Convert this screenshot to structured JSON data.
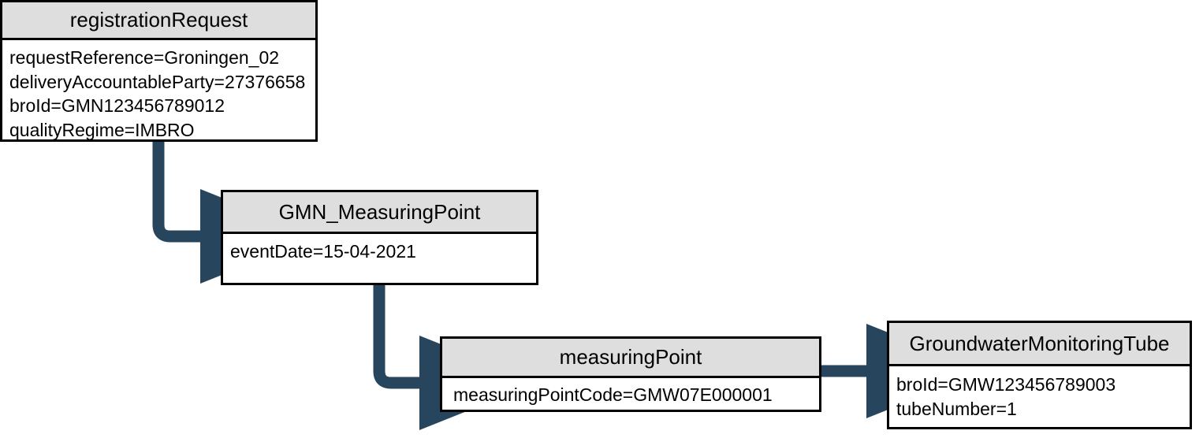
{
  "diagram": {
    "type": "object-instance-diagram",
    "background_color": "#ffffff",
    "box_header_color": "#dedede",
    "box_border_color": "#000000",
    "connector_color": "#27465e",
    "boxes": [
      {
        "id": "registrationRequest",
        "title": "registrationRequest",
        "attributes": [
          "requestReference=Groningen_02",
          "deliveryAccountableParty=27376658",
          "broId=GMN123456789012",
          "qualityRegime=IMBRO"
        ]
      },
      {
        "id": "gmnMeasuringPoint",
        "title": "GMN_MeasuringPoint",
        "attributes": [
          "eventDate=15-04-2021"
        ]
      },
      {
        "id": "measuringPoint",
        "title": "measuringPoint",
        "attributes": [
          "measuringPointCode=GMW07E000001"
        ]
      },
      {
        "id": "groundwaterMonitoringTube",
        "title": "GroundwaterMonitoringTube",
        "attributes": [
          "broId=GMW123456789003",
          "tubeNumber=1"
        ]
      }
    ],
    "connectors": [
      {
        "id": "conn-registrationRequest-to-gmnMeasuringPoint",
        "from": "registrationRequest",
        "to": "gmnMeasuringPoint",
        "shape": "elbow-down-right"
      },
      {
        "id": "conn-gmnMeasuringPoint-to-measuringPoint",
        "from": "gmnMeasuringPoint",
        "to": "measuringPoint",
        "shape": "elbow-down-right"
      },
      {
        "id": "conn-measuringPoint-to-groundwaterMonitoringTube",
        "from": "measuringPoint",
        "to": "groundwaterMonitoringTube",
        "shape": "straight-right"
      }
    ]
  }
}
